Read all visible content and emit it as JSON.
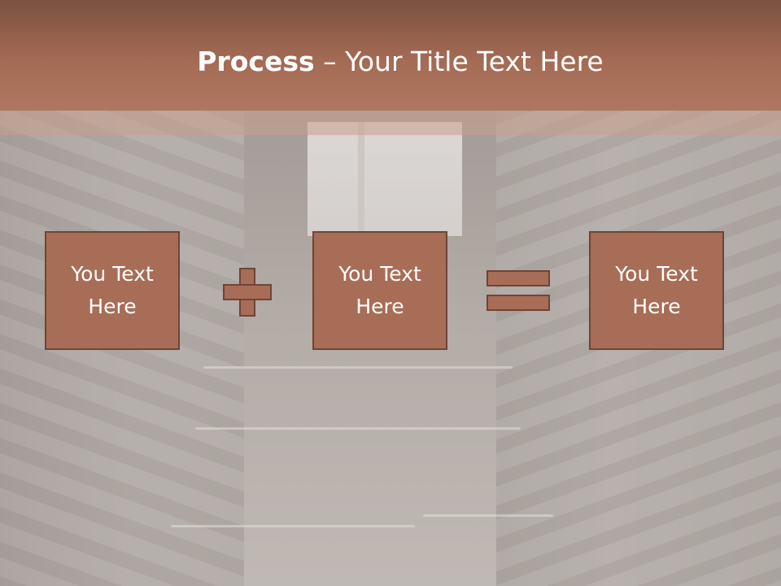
{
  "title": {
    "strong": "Process",
    "rest": " – Your Title Text Here"
  },
  "boxes": [
    {
      "text": "You Text Here"
    },
    {
      "text": "You Text Here"
    },
    {
      "text": "You Text Here"
    }
  ],
  "operators": [
    "plus-icon",
    "equals-icon"
  ],
  "colors": {
    "header_top": "#7b5140",
    "header_bottom": "#af7760",
    "box_fill": "#a86d57",
    "box_border": "#6e4536",
    "text": "#ffffff"
  }
}
